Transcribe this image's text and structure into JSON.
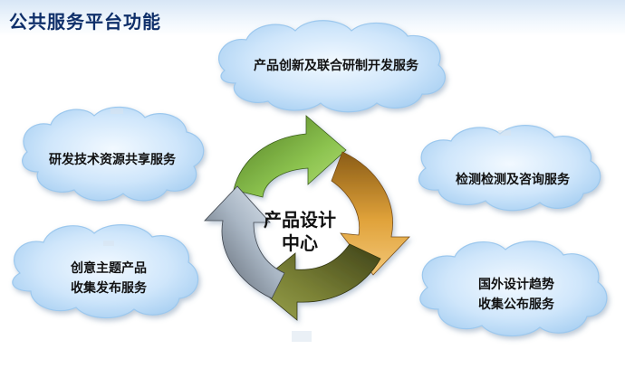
{
  "header": {
    "title": "公共服务平台功能"
  },
  "center": {
    "line1": "产品设计",
    "line2": "中心"
  },
  "services": [
    {
      "line1": "产品创新及联合研制开发服务",
      "line2": ""
    },
    {
      "line1": "研发技术资源共享服务",
      "line2": ""
    },
    {
      "line1": "检测检测及咨询服务",
      "line2": ""
    },
    {
      "line1": "创意主题产品",
      "line2": "收集发布服务"
    },
    {
      "line1": "国外设计趋势",
      "line2": "收集公布服务"
    }
  ],
  "colors": {
    "cloud_fill": "#cfe6fb",
    "cloud_edge": "#9cc8ee",
    "arrow_green": "#6fa83a",
    "arrow_orange": "#e0a23a",
    "arrow_olive": "#6e7330",
    "arrow_steel": "#a9b6c4",
    "title_text": "#0f2f6a"
  }
}
